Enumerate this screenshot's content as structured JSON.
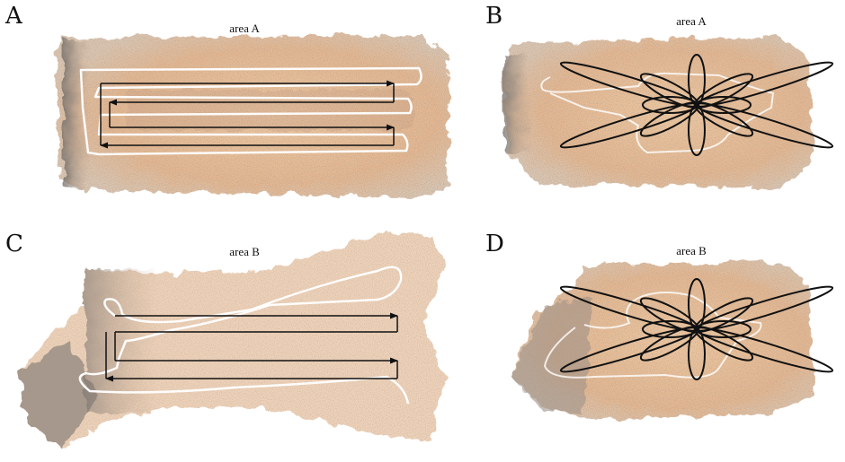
{
  "panels": {
    "A": {
      "letter": "A",
      "area": "area A",
      "pattern": "raster"
    },
    "B": {
      "letter": "B",
      "area": "area A",
      "pattern": "rose"
    },
    "C": {
      "letter": "C",
      "area": "area B",
      "pattern": "raster"
    },
    "D": {
      "letter": "D",
      "area": "area B",
      "pattern": "rose"
    }
  },
  "colors": {
    "background": "#ffffff",
    "fabric_light": "#f6d7b5",
    "fabric_mid": "#e8b78a",
    "fabric_dark": "#8c7a6c",
    "fiber_gray": "#777777",
    "measured_trajectory": "#ffffff",
    "planned_path": "#111111"
  }
}
